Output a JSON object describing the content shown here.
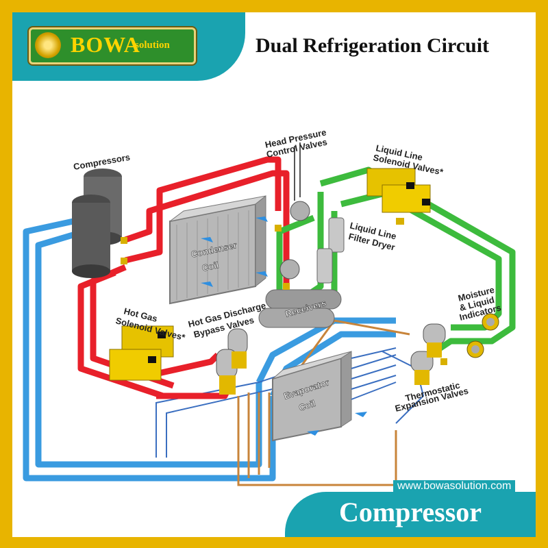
{
  "brand": {
    "name": "BOWA",
    "suffix": "solution"
  },
  "title": "Dual Refrigeration Circuit",
  "labels": {
    "compressors": "Compressors",
    "head_pressure_1": "Head Pressure",
    "head_pressure_2": "Control Valves",
    "liquid_line_sol_1": "Liquid Line",
    "liquid_line_sol_2": "Solenoid Valves*",
    "liquid_line_filter_1": "Liquid Line",
    "liquid_line_filter_2": "Filter Dryer",
    "condenser_1": "Condenser",
    "condenser_2": "Coil",
    "receivers": "Receivers",
    "hot_gas_1": "Hot Gas",
    "hot_gas_2": "Solenoid Valves*",
    "bypass_1": "Hot Gas Discharge",
    "bypass_2": "Bypass Valves",
    "moisture_1": "Moisture",
    "moisture_2": "& Liquid",
    "moisture_3": "Indicators",
    "evaporator_1": "Evaporator",
    "evaporator_2": "Coil",
    "thermostatic_1": "Thermostatic",
    "thermostatic_2": "Expansion Valves"
  },
  "footer": {
    "website": "www.bowasolution.com",
    "title": "Compressor"
  },
  "colors": {
    "gold": "#e8b400",
    "teal": "#1aa3b0",
    "red_line": "#e8202a",
    "green_line": "#3dbb3d",
    "blue_line": "#3a9be0",
    "brass": "#d8b000"
  }
}
